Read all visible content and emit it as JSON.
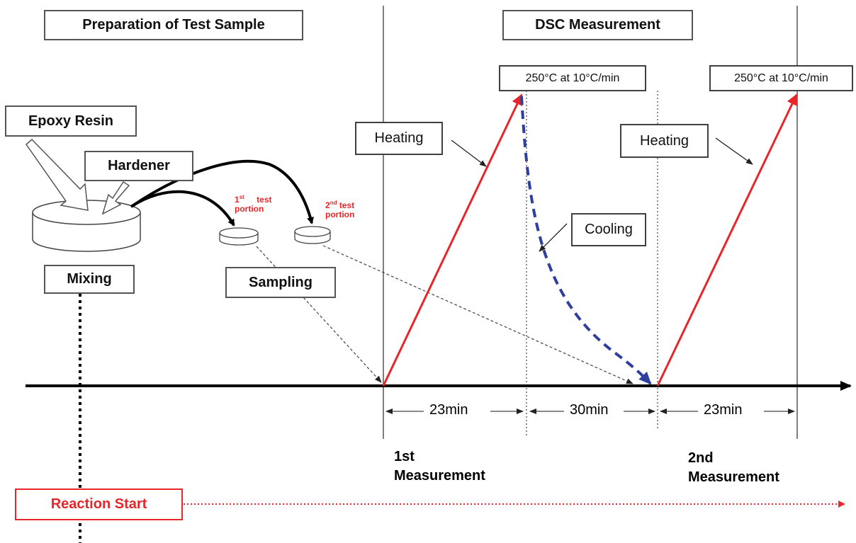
{
  "sections": {
    "preparation": "Preparation of Test Sample",
    "dsc": "DSC Measurement"
  },
  "materials": {
    "epoxy_resin": "Epoxy Resin",
    "hardener": "Hardener"
  },
  "steps": {
    "mixing": "Mixing",
    "sampling": "Sampling",
    "heating": "Heating",
    "cooling": "Cooling",
    "reaction_start": "Reaction Start"
  },
  "portions": {
    "first_sup": "st",
    "first_num": "1",
    "first_word": "test",
    "first_line2": "portion",
    "second_num": "2",
    "second_sup": "nd",
    "second_word": "test",
    "second_line2": "portion"
  },
  "temperature_label": "250°C at 10°C/min",
  "durations": [
    "23min",
    "30min",
    "23min"
  ],
  "measurements": {
    "first": "1st\nMeasurement",
    "second": "2nd\nMeasurement"
  },
  "colors": {
    "heating": "#e8262a",
    "cooling": "#2e3f9e",
    "reaction": "#e8262a",
    "axis": "#000000"
  }
}
